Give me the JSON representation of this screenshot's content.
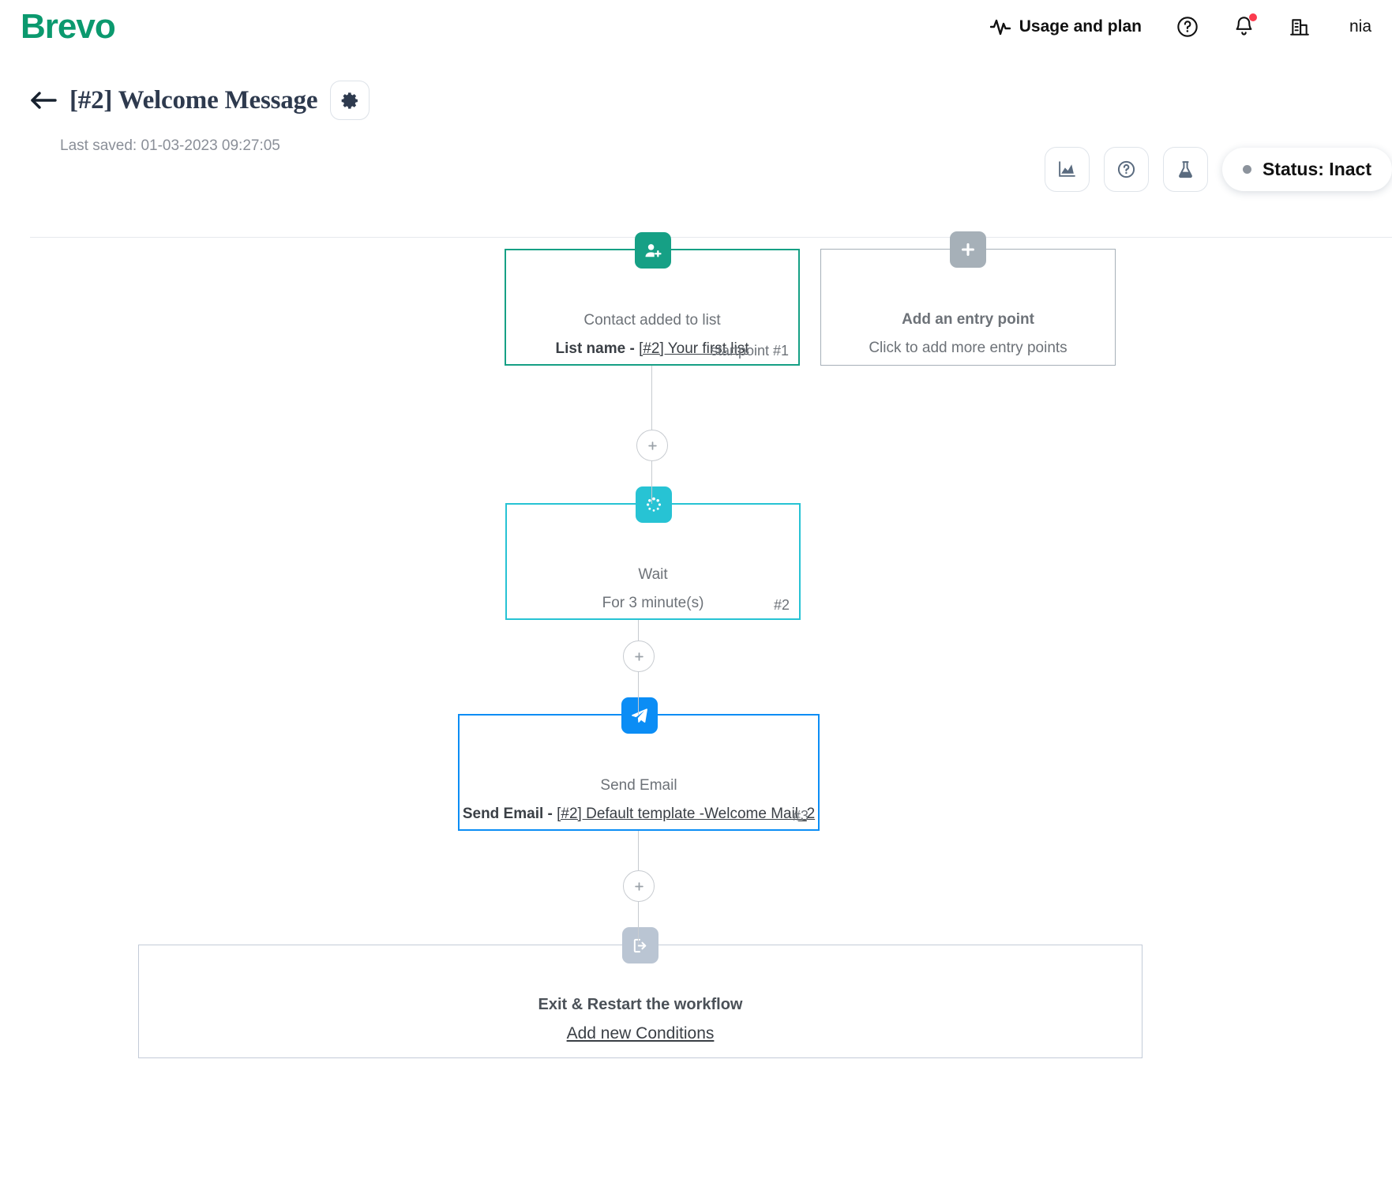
{
  "topbar": {
    "brand": "Brevo",
    "usage_label": "Usage and plan",
    "usage_icon": "activity-pulse-icon",
    "help_icon": "help-circle-icon",
    "notifications_icon": "bell-icon",
    "organization_icon": "building-icon",
    "username": "nia"
  },
  "page_header": {
    "back_icon": "arrow-left-icon",
    "title": "[#2] Welcome Message",
    "settings_icon": "gear-icon",
    "last_saved": "Last saved: 01-03-2023 09:27:05",
    "actions": [
      {
        "name": "statistics-button",
        "icon": "chart-area-icon"
      },
      {
        "name": "help-button",
        "icon": "help-circle-icon"
      },
      {
        "name": "test-button",
        "icon": "flask-icon"
      }
    ],
    "status_label": "Status: Inact",
    "status_color": "#8C939C"
  },
  "workflow": {
    "colors": {
      "entry_green": "#16A085",
      "wait_cyan": "#27C3D4",
      "email_blue": "#0B8DF5",
      "muted_gray": "#A6B0B8",
      "exit_gray": "#BAC5D3"
    },
    "nodes": [
      {
        "name": "entry-point-node",
        "icon": "user-plus-icon",
        "title": "Contact added to list",
        "sub_prefix": "List name - ",
        "sub_link": "[#2] Your first list",
        "id_label": "startpoint #1"
      },
      {
        "name": "add-entry-point-node",
        "icon": "plus-icon",
        "title": "Add an entry point",
        "subtitle": "Click to add more entry points"
      },
      {
        "name": "wait-node",
        "icon": "spinner-icon",
        "title": "Wait",
        "subtitle": "For 3 minute(s)",
        "id_label": "#2"
      },
      {
        "name": "send-email-node",
        "icon": "paper-plane-icon",
        "title": "Send Email",
        "sub_prefix": "Send Email - ",
        "sub_link": "[#2] Default template -Welcome Mail_2",
        "id_label": "#3"
      },
      {
        "name": "exit-restart-node",
        "icon": "exit-arrow-icon",
        "title": "Exit & Restart the workflow",
        "link": "Add new Conditions"
      }
    ],
    "connector_icon": "plus-icon"
  }
}
